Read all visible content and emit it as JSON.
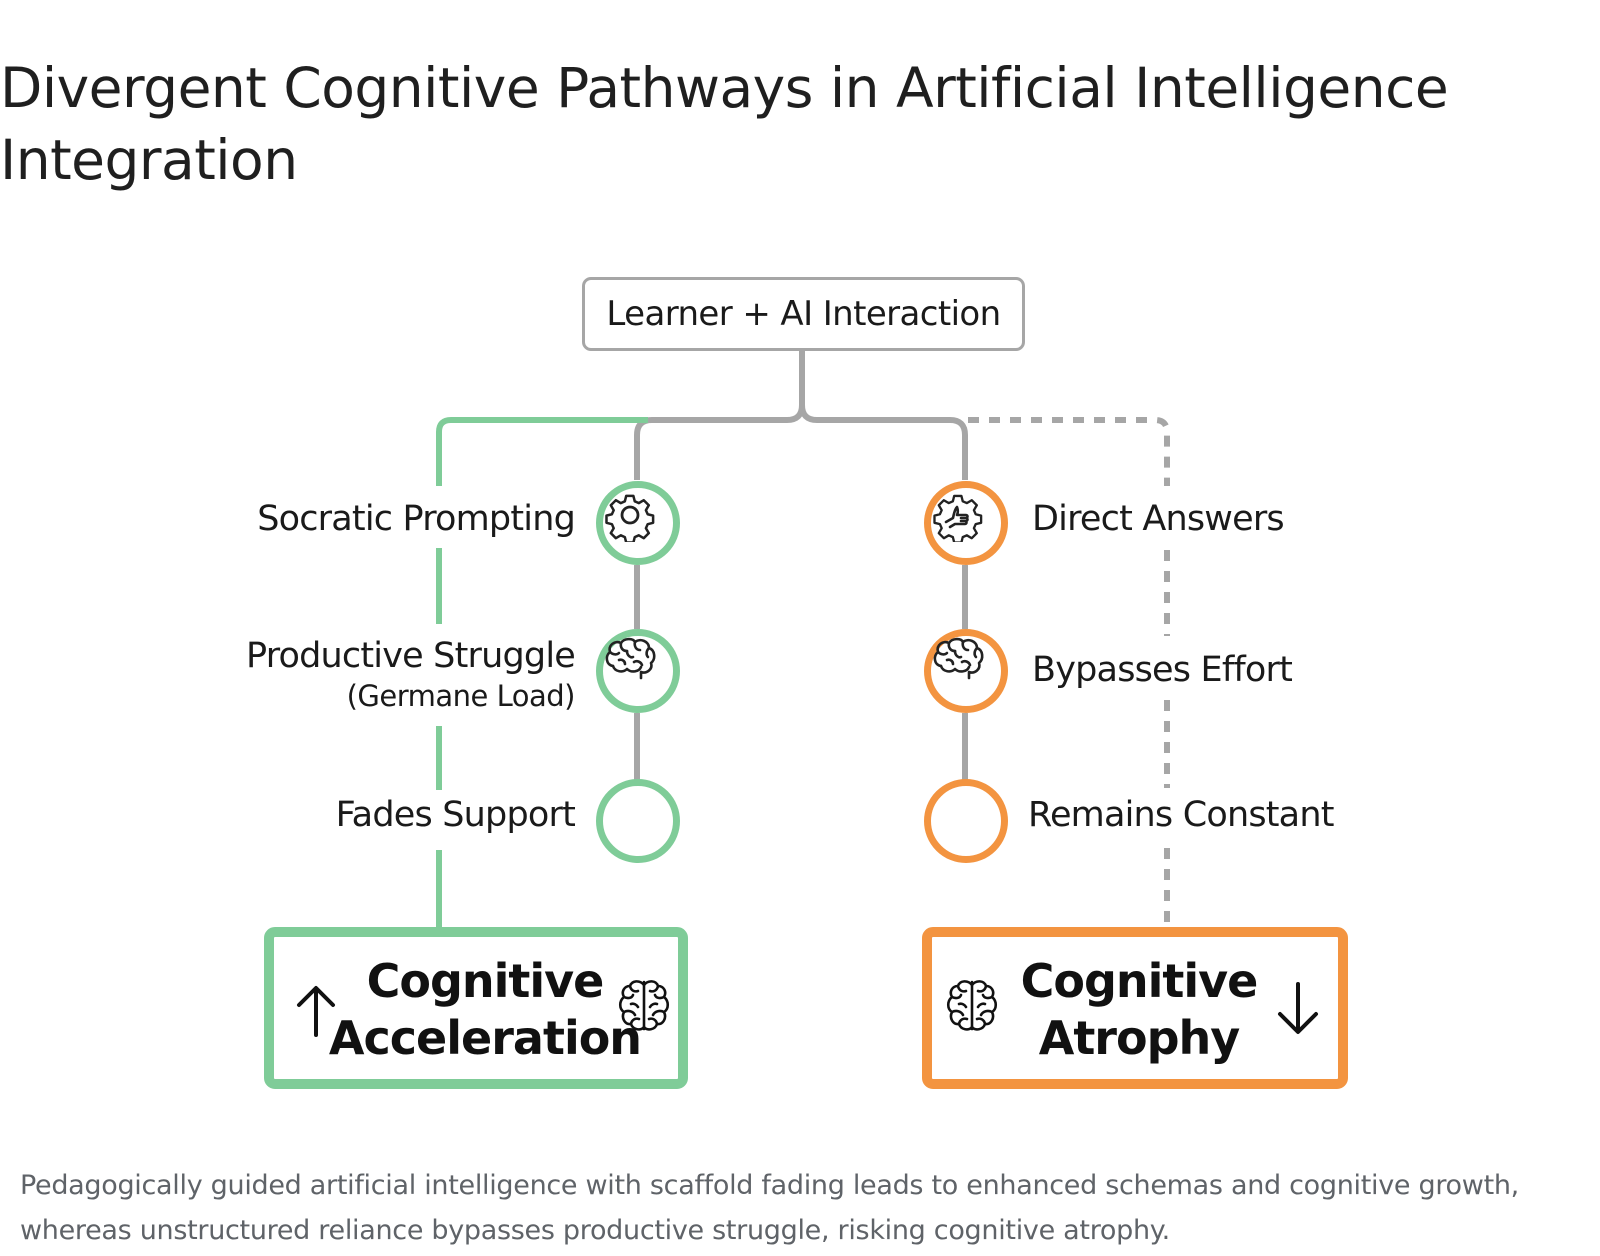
{
  "title": "Divergent Cognitive Pathways in Artificial Intelligence Integration",
  "root": {
    "label": "Learner + AI Interaction"
  },
  "left_path": {
    "color": "#7fcc98",
    "steps": [
      {
        "label": "Socratic Prompting",
        "sub_label": "",
        "icon": "gear-icon"
      },
      {
        "label": "Productive Struggle",
        "sub_label": "(Germane Load)",
        "icon": "brain-icon"
      },
      {
        "label": "Fades Support",
        "sub_label": "",
        "icon": ""
      }
    ],
    "outcome": {
      "line1": "Cognitive",
      "line2": "Acceleration",
      "arrow": "arrow-up-icon",
      "icon": "brain-icon"
    }
  },
  "right_path": {
    "color": "#f39440",
    "steps": [
      {
        "label": "Direct Answers",
        "icon": "gear-hand-icon"
      },
      {
        "label": "Bypasses Effort",
        "icon": "brain-icon"
      },
      {
        "label": "Remains Constant",
        "icon": ""
      }
    ],
    "outcome": {
      "line1": "Cognitive",
      "line2": "Atrophy",
      "arrow": "arrow-down-icon",
      "icon": "brain-icon"
    }
  },
  "caption": "Pedagogically guided artificial intelligence with scaffold fading leads to enhanced schemas and cognitive growth, whereas unstructured reliance bypasses productive struggle, risking cognitive atrophy."
}
